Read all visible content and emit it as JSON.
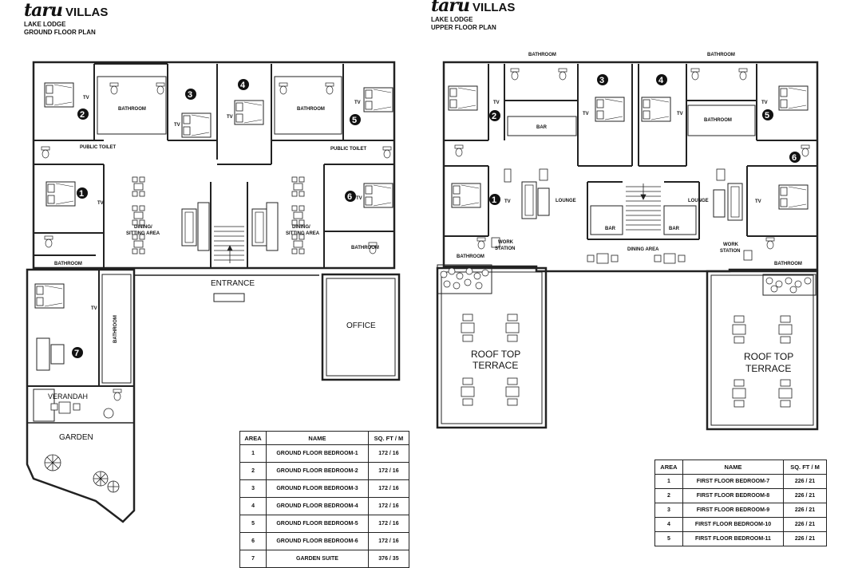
{
  "ground": {
    "brand_script": "taru",
    "brand_word": "VILLAS",
    "line1": "LAKE LODGE",
    "line2": "GROUND FLOOR PLAN",
    "labels": {
      "bathroom": "BATHROOM",
      "bathroom_v": "BATHROOM",
      "public_toilet": "PUBLIC TOILET",
      "dining_line1": "DINING/",
      "dining_line2": "SITTING AREA",
      "entrance": "ENTRANCE",
      "office": "OFFICE",
      "verandah": "VERANDAH",
      "garden": "GARDEN",
      "tv": "TV"
    },
    "table": {
      "headers": [
        "AREA",
        "NAME",
        "SQ. FT / M"
      ],
      "rows": [
        [
          "1",
          "GROUND FLOOR BEDROOM-1",
          "172 / 16"
        ],
        [
          "2",
          "GROUND FLOOR BEDROOM-2",
          "172 / 16"
        ],
        [
          "3",
          "GROUND FLOOR BEDROOM-3",
          "172 / 16"
        ],
        [
          "4",
          "GROUND FLOOR BEDROOM-4",
          "172 / 16"
        ],
        [
          "5",
          "GROUND FLOOR BEDROOM-5",
          "172 / 16"
        ],
        [
          "6",
          "GROUND FLOOR BEDROOM-6",
          "172 / 16"
        ],
        [
          "7",
          "GARDEN SUITE",
          "376 / 35"
        ]
      ]
    }
  },
  "upper": {
    "brand_script": "taru",
    "brand_word": "VILLAS",
    "line1": "LAKE LODGE",
    "line2": "UPPER FLOOR PLAN",
    "labels": {
      "bathroom": "BATHROOM",
      "bar": "BAR",
      "lounge": "LOUNGE",
      "dining_area": "DINING AREA",
      "work_line1": "WORK",
      "work_line2": "STATION",
      "roof_line1": "ROOF TOP",
      "roof_line2": "TERRACE",
      "tv": "TV"
    },
    "table": {
      "headers": [
        "AREA",
        "NAME",
        "SQ. FT / M"
      ],
      "rows": [
        [
          "1",
          "FIRST FLOOR BEDROOM-7",
          "226 / 21"
        ],
        [
          "2",
          "FIRST FLOOR BEDROOM-8",
          "226 / 21"
        ],
        [
          "3",
          "FIRST FLOOR BEDROOM-9",
          "226 / 21"
        ],
        [
          "4",
          "FIRST FLOOR BEDROOM-10",
          "226 / 21"
        ],
        [
          "5",
          "FIRST FLOOR BEDROOM-11",
          "226 / 21"
        ]
      ]
    }
  },
  "room_numbers": [
    "1",
    "2",
    "3",
    "4",
    "5",
    "6",
    "7"
  ]
}
